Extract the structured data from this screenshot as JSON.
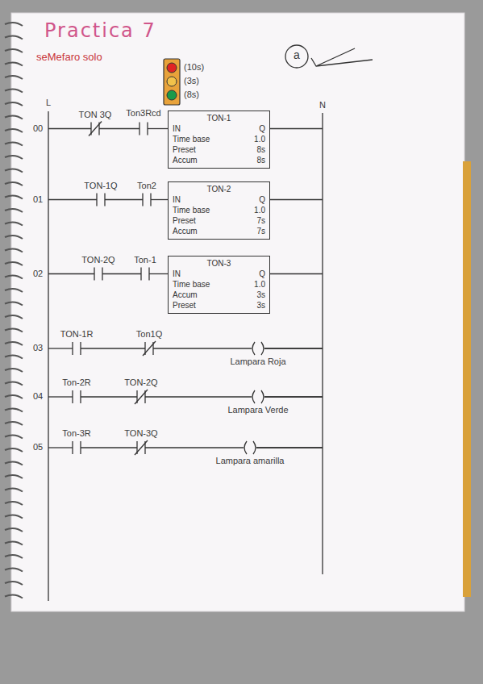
{
  "diagram": {
    "title": "Practica 7",
    "nodes": [
      {
        "text": [
          "TON-1",
          "IN",
          "Q",
          "Time base",
          "1.0",
          "Preset",
          "8s",
          "Accum",
          "8s"
        ]
      },
      {
        "text": [
          "TON-2",
          "IN",
          "Q",
          "Time base",
          "1.0",
          "Preset",
          "7s",
          "Accum",
          "7s"
        ]
      },
      {
        "text": [
          "TON-3",
          "IN",
          "Q",
          "Time base",
          "1.0",
          "Accum",
          "3s",
          "Preset",
          "3s"
        ]
      }
    ],
    "labels": [
      "seMefaro solo",
      "a",
      "(10s)",
      "(3s)",
      "(8s)",
      "L",
      "N",
      "00",
      "TON 3Q",
      "Ton3Rcd",
      "01",
      "TON-1Q",
      "Ton2",
      "02",
      "TON-2Q",
      "Ton-1",
      "03",
      "TON-1R",
      "Ton1Q",
      "Lampara Roja",
      "04",
      "Ton-2R",
      "TON-2Q",
      "Lampara Verde",
      "05",
      "Ton-3R",
      "TON-3Q",
      "Lampara amarilla"
    ]
  }
}
